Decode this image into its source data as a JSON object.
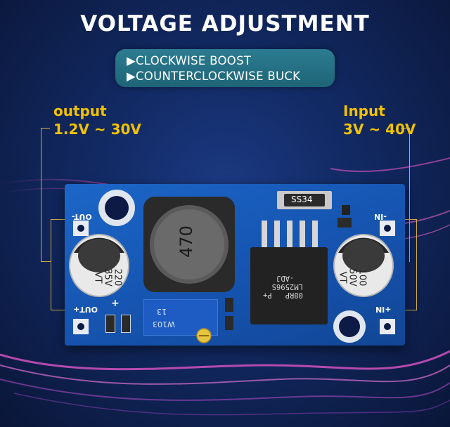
{
  "header": {
    "title": "VOLTAGE ADJUSTMENT"
  },
  "instructions": {
    "line1": "▶CLOCKWISE BOOST",
    "line2": "▶COUNTERCLOCKWISE BUCK"
  },
  "output_spec": {
    "label": "output",
    "range": "1.2V ~ 30V"
  },
  "input_spec": {
    "label": "Input",
    "range": "3V ~ 40V"
  },
  "board": {
    "silkscreen": {
      "out_minus": "OUT-",
      "out_plus": "OUT+",
      "in_minus": "-IN",
      "in_plus": "+IN",
      "plus_sign": "+",
      "pot_code": "W103",
      "pot_number": "13"
    },
    "inductor_code": "470",
    "diode_label": "SS34",
    "ic_marking": "08RP   P+\nLM2596S\n  -ADJ",
    "cap_left": "220\n35V\nVT",
    "cap_right": "100\n50V\nVT"
  },
  "colors": {
    "background": "#122a64",
    "accent_yellow": "#f2c200",
    "pcb_blue": "#1a5fc0",
    "banner": "#2a7588"
  }
}
